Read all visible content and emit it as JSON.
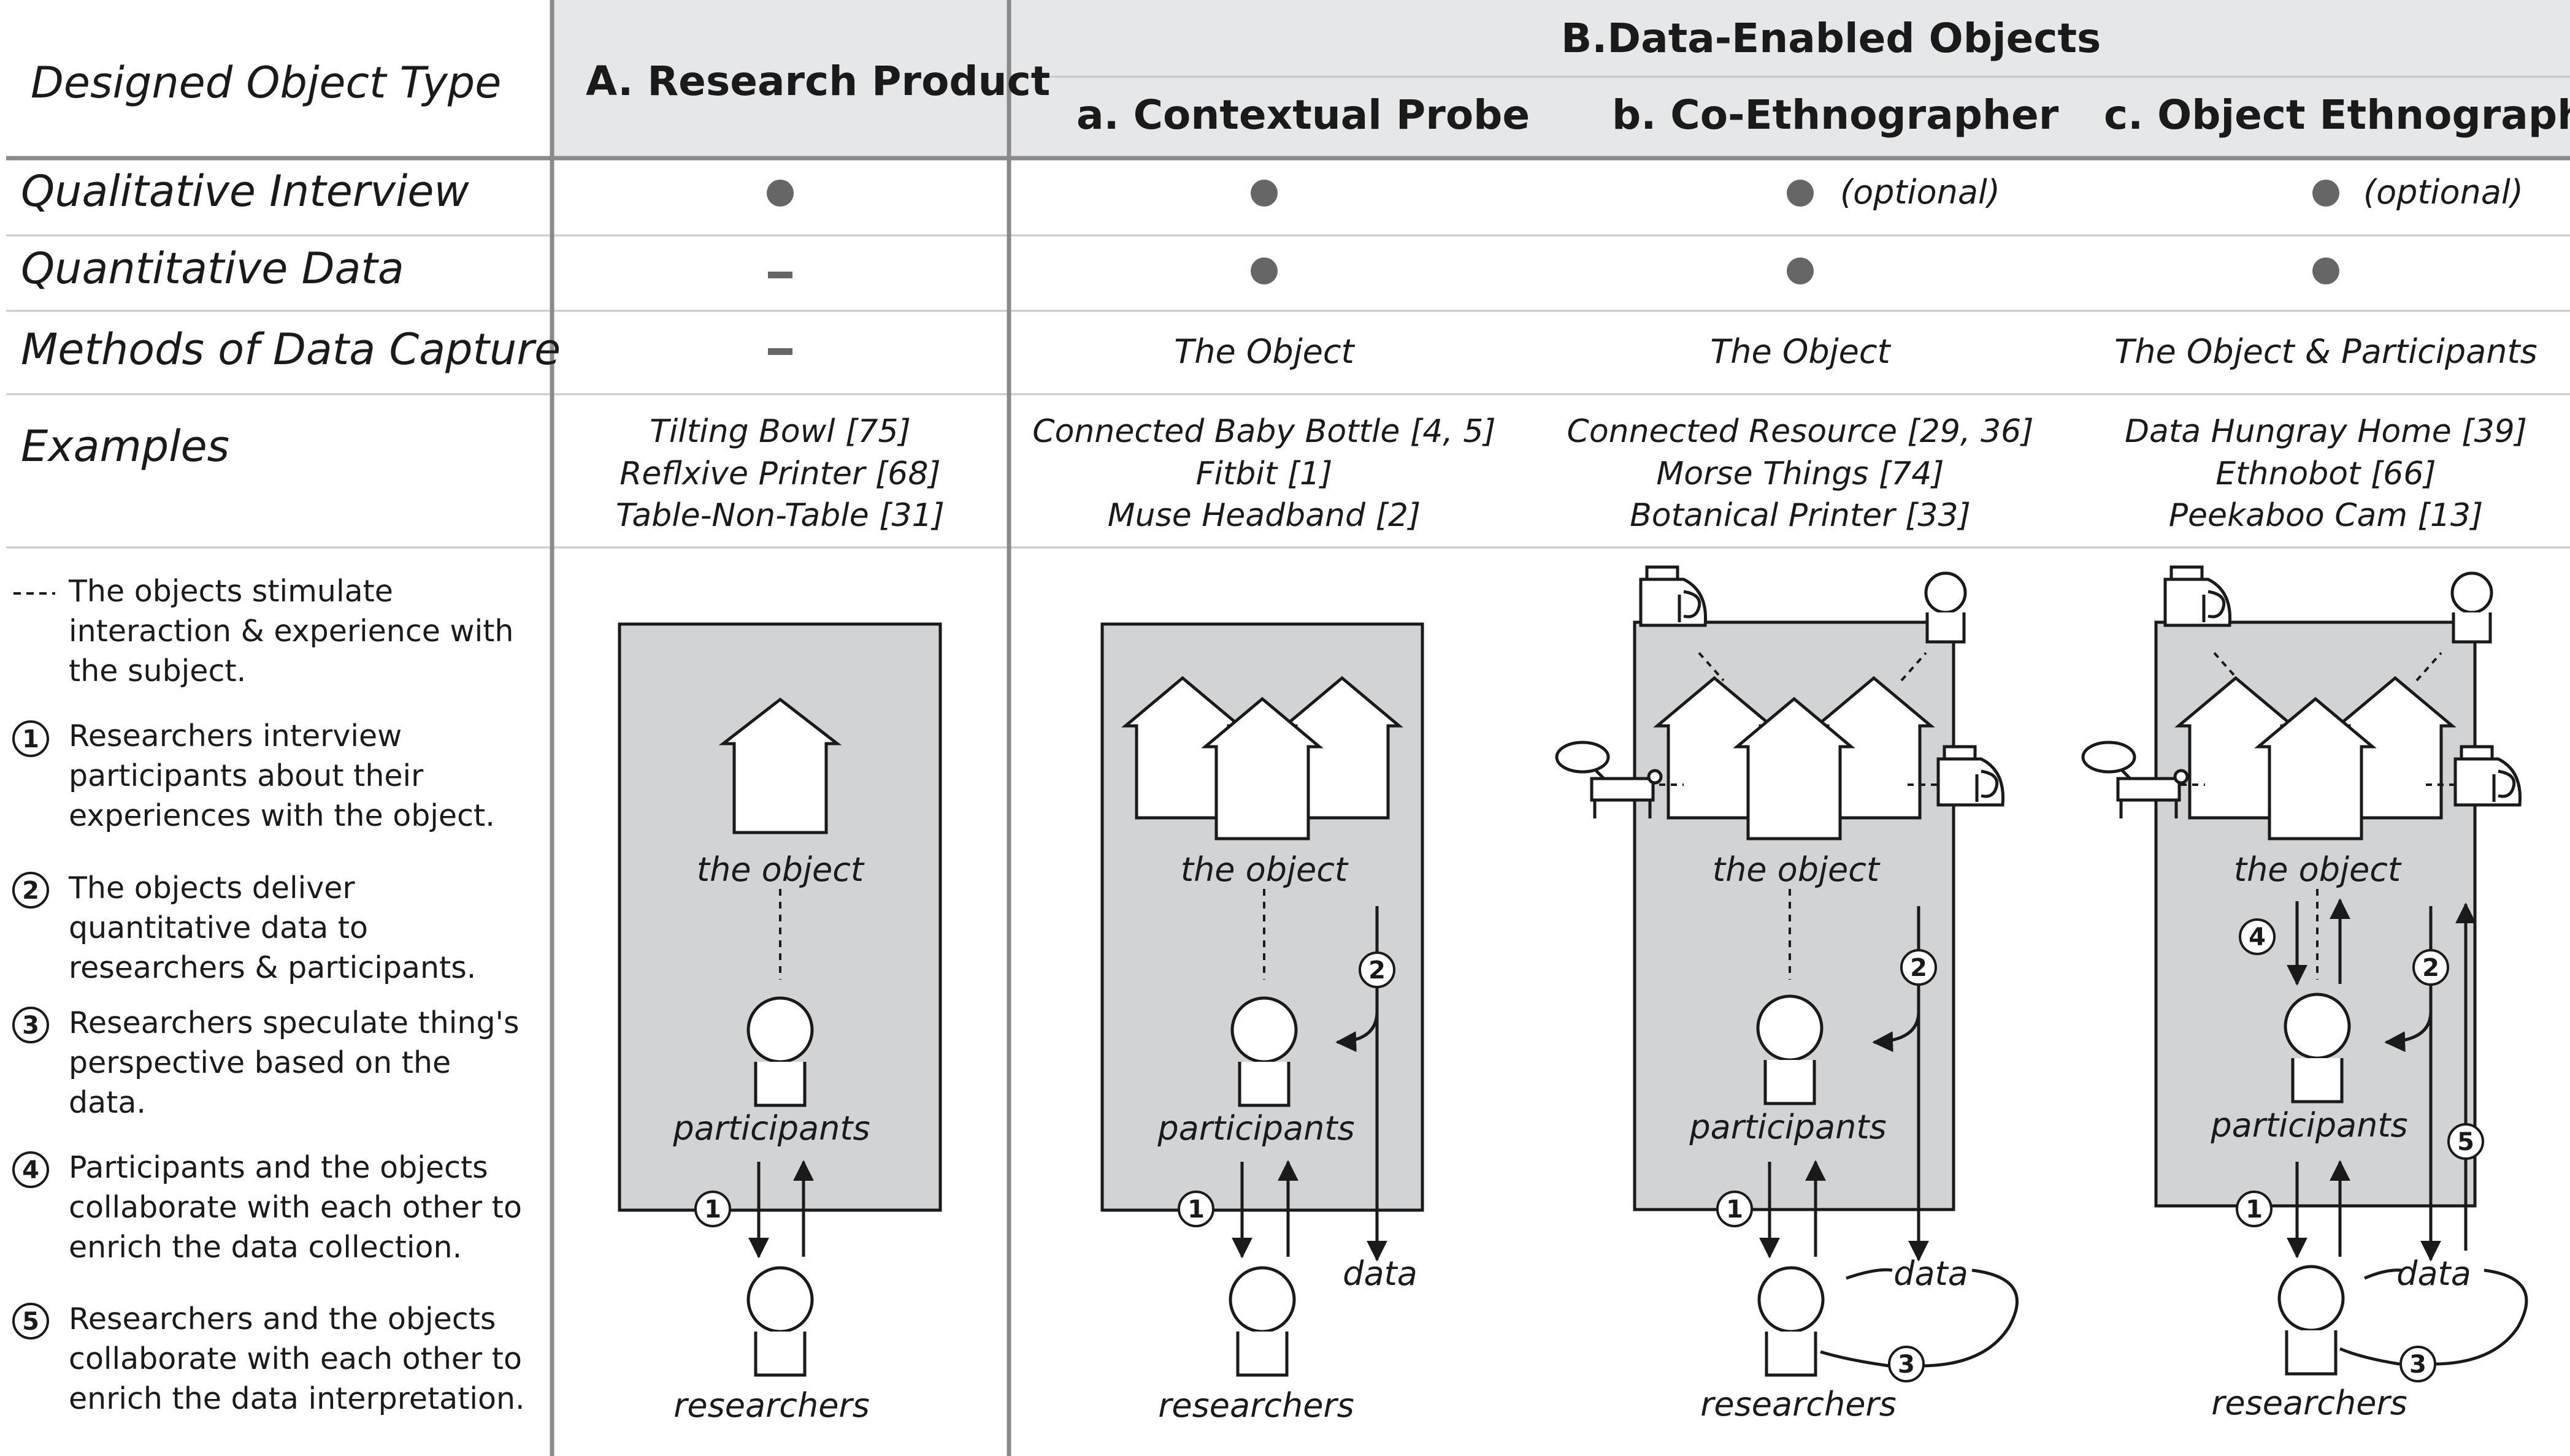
{
  "header": {
    "type_label": "Designed Object Type",
    "research_product": "A. Research Product",
    "data_enabled": "B.Data-Enabled Objects",
    "contextual_probe": "a. Contextual Probe",
    "co_ethnographer": "b. Co-Ethnographer",
    "object_ethnographer": "c. Object Ethnographer"
  },
  "rows": {
    "qualitative": {
      "label": "Qualitative Interview",
      "co_note": "(optional)",
      "obj_note": "(optional)"
    },
    "quantitative": {
      "label": "Quantitative Data"
    },
    "capture": {
      "label": "Methods of Data Capture",
      "probe": "The Object",
      "co": "The Object",
      "obj": "The Object & Participants"
    },
    "examples": {
      "label": "Examples",
      "research": [
        "Tilting Bowl [75]",
        "Reflxive Printer [68]",
        "Table-Non-Table [31]"
      ],
      "probe": [
        "Connected Baby Bottle [4, 5]",
        "Fitbit [1]",
        "Muse Headband [2]"
      ],
      "co": [
        "Connected Resource [29, 36]",
        "Morse Things [74]",
        "Botanical Printer [33]"
      ],
      "obj": [
        "Data Hungray Home [39]",
        "Ethnobot [66]",
        "Peekaboo Cam [13]"
      ]
    }
  },
  "legend": [
    {
      "marker": "- - -",
      "text": "The objects stimulate interaction & experience with the subject."
    },
    {
      "marker": "1",
      "text": "Researchers interview participants about their experiences with the object."
    },
    {
      "marker": "2",
      "text": "The objects deliver quantitative data to researchers & participants."
    },
    {
      "marker": "3",
      "text": "Researchers speculate thing's perspective based on the data."
    },
    {
      "marker": "4",
      "text": "Participants and the objects collaborate with each other to enrich the data collection."
    },
    {
      "marker": "5",
      "text": "Researchers and the objects collaborate with each other to enrich the data interpretation."
    }
  ],
  "diagram": {
    "object_label": "the object",
    "participants_label": "participants",
    "researchers_label": "researchers",
    "data_label": "data"
  },
  "colors": {
    "header_bg": "#e6e7e8",
    "box_fill": "#d1d3d4",
    "dot": "#666666",
    "line": "#1a1a1a",
    "grid": "#c8c8c8",
    "thick": "#8a8a8a"
  }
}
